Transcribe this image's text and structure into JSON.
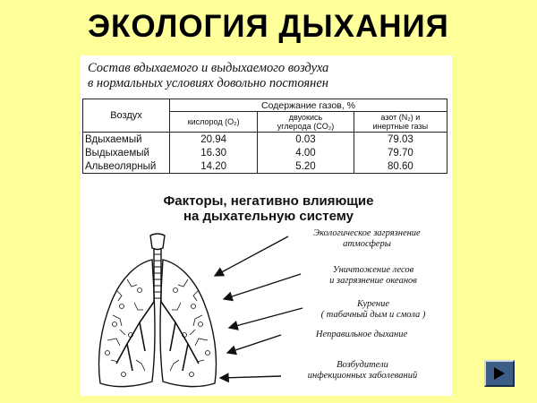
{
  "slide": {
    "title": "ЭКОЛОГИЯ  ДЫХАНИЯ"
  },
  "figure": {
    "caption": {
      "line1": "Состав вдыхаемого и выдыхаемого воздуха",
      "line2": "в нормальных условиях довольно постоянен"
    },
    "table": {
      "air_header": "Воздух",
      "group_header": "Содержание газов, %",
      "columns": [
        {
          "line1": "кислород (O₂)",
          "line2": ""
        },
        {
          "line1": "двуокись",
          "line2": "углерода (CO₂)"
        },
        {
          "line1": "азот (N₂) и",
          "line2": "инертные газы"
        }
      ],
      "rows": [
        {
          "name": "Вдыхаемый",
          "values": [
            "20.94",
            "0.03",
            "79.03"
          ]
        },
        {
          "name": "Выдыхаемый",
          "values": [
            "16.30",
            "4.00",
            "79.70"
          ]
        },
        {
          "name": "Альвеолярный",
          "values": [
            "14.20",
            "5.20",
            "80.60"
          ]
        }
      ]
    },
    "factors": {
      "title_line1": "Факторы, негативно влияющие",
      "title_line2": "на дыхательную систему",
      "items": [
        {
          "line1": "Экологическое загрязнение",
          "line2": "атмосферы"
        },
        {
          "line1": "Уничтожение лесов",
          "line2": "и загрязнение океанов"
        },
        {
          "line1": "Курение",
          "line2": "( табачный дым и смола )"
        },
        {
          "line1": "Неправильное дыхание",
          "line2": ""
        },
        {
          "line1": "Возбудители",
          "line2": "инфекционных заболеваний"
        }
      ]
    }
  },
  "colors": {
    "background": "#FFFF99",
    "nav_button": "#3C5E86"
  },
  "nav": {
    "icon": "play-triangle-icon"
  }
}
